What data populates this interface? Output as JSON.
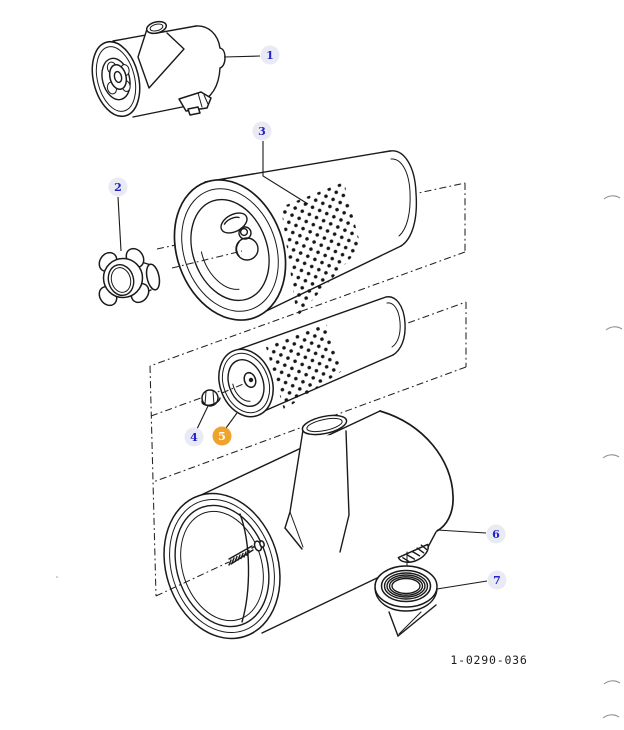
{
  "diagram": {
    "code": "1-0290-036",
    "callouts": [
      {
        "label": "1",
        "highlighted": false
      },
      {
        "label": "2",
        "highlighted": false
      },
      {
        "label": "3",
        "highlighted": false
      },
      {
        "label": "4",
        "highlighted": false
      },
      {
        "label": "5",
        "highlighted": true
      },
      {
        "label": "6",
        "highlighted": false
      },
      {
        "label": "7",
        "highlighted": false
      }
    ],
    "colors": {
      "line": "#1a1a1a",
      "callout_background": "#e9eaf4",
      "callout_text": "#2323c8",
      "highlight_background": "#efa32d",
      "highlight_text": "#ffffff",
      "page_background": "#ffffff"
    }
  }
}
